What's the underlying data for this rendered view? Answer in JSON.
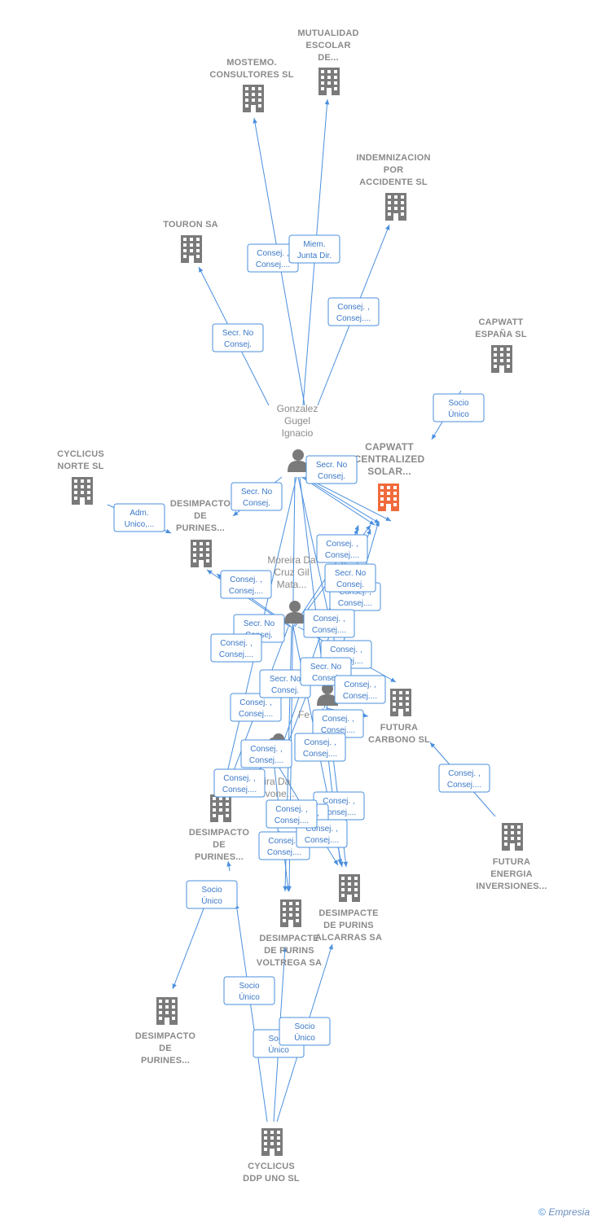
{
  "colors": {
    "edge": "#4a8fde",
    "company": "#7a7a7a",
    "focus": "#f06a3c",
    "person": "#7a7a7a"
  },
  "nodes": [
    {
      "id": "mutualidad",
      "type": "company",
      "lines": [
        "MUTUALIDAD",
        "ESCOLAR",
        "DE..."
      ]
    },
    {
      "id": "mostemo",
      "type": "company",
      "lines": [
        "MOSTEMO.",
        "CONSULTORES SL"
      ]
    },
    {
      "id": "indemnizacion",
      "type": "company",
      "lines": [
        "INDEMNIZACION",
        "POR",
        "ACCIDENTE SL"
      ]
    },
    {
      "id": "touron",
      "type": "company",
      "lines": [
        "TOURON SA"
      ]
    },
    {
      "id": "capwatt_espana",
      "type": "company",
      "lines": [
        "CAPWATT",
        "ESPAÑA  SL"
      ]
    },
    {
      "id": "capwatt_cs",
      "type": "focus",
      "lines": [
        "CAPWATT",
        "CENTRALIZED",
        "SOLAR..."
      ]
    },
    {
      "id": "gonzalez",
      "type": "person",
      "lines": [
        "Gonzalez",
        "Gugel",
        "Ignacio"
      ]
    },
    {
      "id": "cyclicus_norte",
      "type": "company",
      "lines": [
        "CYCLICUS",
        "NORTE  SL"
      ]
    },
    {
      "id": "desimpacto_1",
      "type": "company",
      "lines": [
        "DESIMPACTO",
        "DE",
        "PURINES..."
      ]
    },
    {
      "id": "moreira_cruz",
      "type": "person",
      "lines": [
        "Moreira Da",
        "Cruz Gil",
        "Mata..."
      ]
    },
    {
      "id": "person_3",
      "type": "person",
      "lines": []
    },
    {
      "id": "fe_person",
      "type": "person",
      "lines": [
        "Fe"
      ]
    },
    {
      "id": "moreira_ivone",
      "type": "person",
      "lines": [
        "eira Da",
        "a Ivone..."
      ]
    },
    {
      "id": "futura_carbono",
      "type": "company",
      "lines": [
        "FUTURA",
        "CARBONO SL"
      ]
    },
    {
      "id": "futura_energia",
      "type": "company",
      "lines": [
        "FUTURA",
        "ENERGIA",
        "INVERSIONES..."
      ]
    },
    {
      "id": "desimpacto_2",
      "type": "company",
      "lines": [
        "DESIMPACTO",
        "DE",
        "PURINES..."
      ]
    },
    {
      "id": "desimpacte_alcarras",
      "type": "company",
      "lines": [
        "DESIMPACTE",
        "DE PURINS",
        "ALCARRAS SA"
      ]
    },
    {
      "id": "desimpacte_voltrega",
      "type": "company",
      "lines": [
        "DESIMPACTE",
        "DE PURINS",
        "VOLTREGA SA"
      ]
    },
    {
      "id": "desimpacto_3",
      "type": "company",
      "lines": [
        "DESIMPACTO",
        "DE",
        "PURINES..."
      ]
    },
    {
      "id": "cyclicus_ddp",
      "type": "company",
      "lines": [
        "CYCLICUS",
        "DDP UNO  SL"
      ]
    }
  ],
  "edge_labels": [
    {
      "id": "el1",
      "lines": [
        "Consej. ,",
        "Consej...."
      ]
    },
    {
      "id": "el2",
      "lines": [
        "Miem.",
        "Junta Dir."
      ]
    },
    {
      "id": "el3",
      "lines": [
        "Consej. ,",
        "Consej...."
      ]
    },
    {
      "id": "el4",
      "lines": [
        "Secr.  No",
        "Consej."
      ]
    },
    {
      "id": "el5",
      "lines": [
        "Socio",
        "Único"
      ]
    },
    {
      "id": "el6",
      "lines": [
        "Secr.  No",
        "Consej."
      ]
    },
    {
      "id": "el7",
      "lines": [
        "Secr.  No",
        "Consej."
      ]
    },
    {
      "id": "el8",
      "lines": [
        "Adm.",
        "Unico,..."
      ]
    },
    {
      "id": "el9",
      "lines": [
        "Consej. ,",
        "Consej...."
      ]
    },
    {
      "id": "el10",
      "lines": [
        "Secr.  No",
        "Consej."
      ]
    },
    {
      "id": "el11",
      "lines": [
        "Consej. ,",
        "Consej...."
      ]
    },
    {
      "id": "el12",
      "lines": [
        "Consej. ,",
        "Consej...."
      ]
    },
    {
      "id": "el13",
      "lines": [
        "Consej. ,",
        "Consej...."
      ]
    },
    {
      "id": "el14",
      "lines": [
        "Secr.  No",
        "Consej."
      ]
    },
    {
      "id": "el15",
      "lines": [
        "Consej. ,",
        "Consej...."
      ]
    },
    {
      "id": "el16",
      "lines": [
        "Consej. ,",
        "Consej...."
      ]
    },
    {
      "id": "el17",
      "lines": [
        "Consej. ,",
        "Consej...."
      ]
    },
    {
      "id": "el18",
      "lines": [
        "Secr.  No",
        "Consej."
      ]
    },
    {
      "id": "el19",
      "lines": [
        "Secr.  No",
        "Consej."
      ]
    },
    {
      "id": "el20",
      "lines": [
        "Consej. ,",
        "Consej...."
      ]
    },
    {
      "id": "el21",
      "lines": [
        "Consej. ,",
        "Consej...."
      ]
    },
    {
      "id": "el22",
      "lines": [
        "Consej. ,",
        "Consej...."
      ]
    },
    {
      "id": "el23",
      "lines": [
        "Consej. ,",
        "Consej...."
      ]
    },
    {
      "id": "el24",
      "lines": [
        "Consej. ,",
        "Consej...."
      ]
    },
    {
      "id": "el25",
      "lines": [
        "Consej. ,",
        "Consej...."
      ]
    },
    {
      "id": "el26",
      "lines": [
        "Consej. ,",
        "Consej...."
      ]
    },
    {
      "id": "el27",
      "lines": [
        "Consej. ,",
        "Consej...."
      ]
    },
    {
      "id": "el28",
      "lines": [
        "Consej. ,",
        "Consej...."
      ]
    },
    {
      "id": "el29",
      "lines": [
        "Consej. ,",
        "Consej...."
      ]
    },
    {
      "id": "el30",
      "lines": [
        "Socio",
        "Único"
      ]
    },
    {
      "id": "el31",
      "lines": [
        "Consej. ,",
        "Consej...."
      ]
    },
    {
      "id": "el32",
      "lines": [
        "Socio",
        "Único"
      ]
    },
    {
      "id": "el33",
      "lines": [
        "Socio",
        "Único"
      ]
    },
    {
      "id": "el34",
      "lines": [
        "Socio",
        "Único"
      ]
    }
  ],
  "credit": {
    "copyright": "©",
    "brand": "Empresia"
  }
}
